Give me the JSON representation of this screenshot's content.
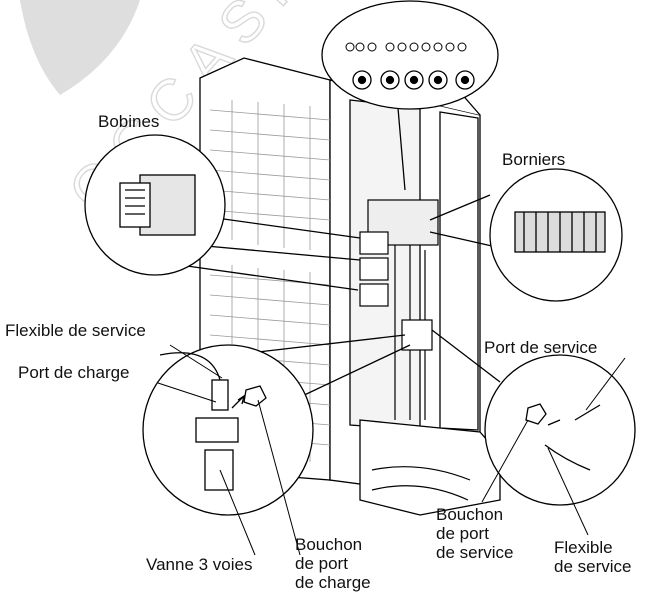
{
  "labels": {
    "bobines": "Bobines",
    "borniers": "Borniers",
    "flexible_de_service_left": "Flexible de service",
    "port_de_charge": "Port de charge",
    "port_de_service": "Port de service",
    "vanne_3_voies": "Vanne 3 voies",
    "bouchon_de_port_de_charge": "Bouchon\nde port\nde charge",
    "bouchon_de_port_de_service": "Bouchon\nde port\nde service",
    "flexible_de_service_right": "Flexible\nde service"
  },
  "watermark": "OCCASION ET",
  "colors": {
    "line": "#000000",
    "watermark": "#d9d9d9",
    "fin": "#cccccc",
    "background": "#ffffff"
  }
}
